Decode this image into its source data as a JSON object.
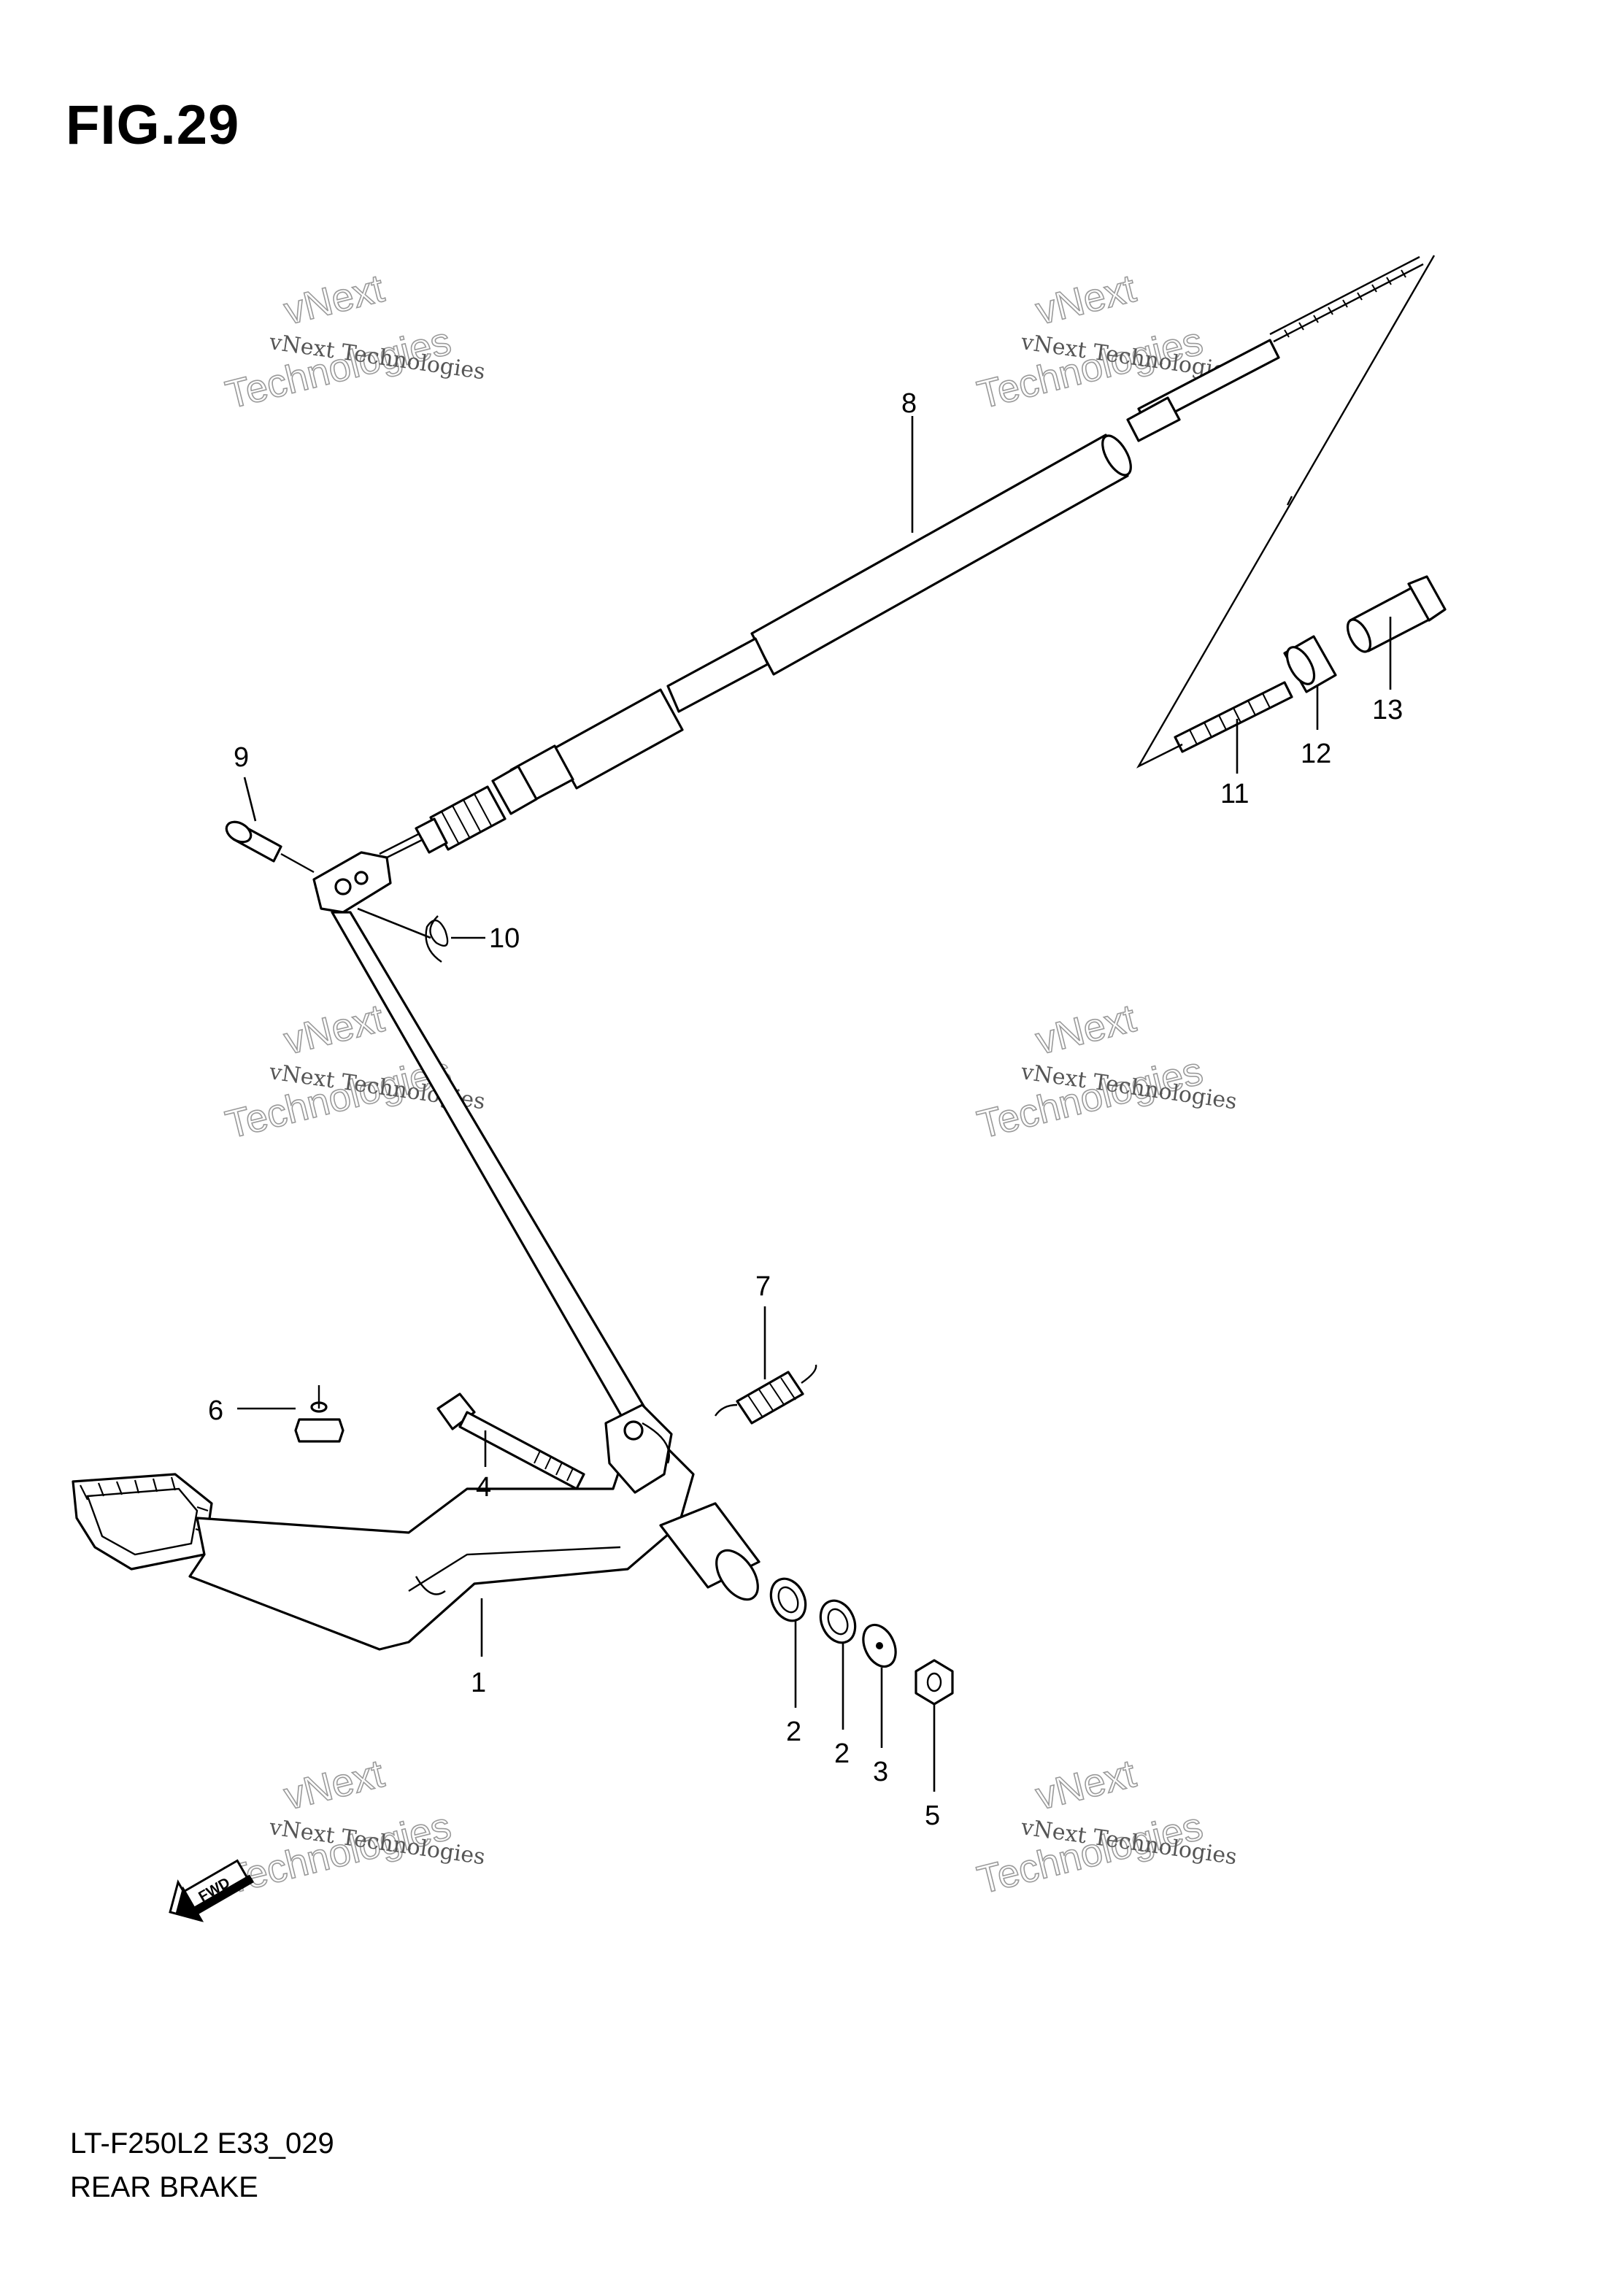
{
  "figure": {
    "title": "FIG.29",
    "code": "LT-F250L2 E33_029",
    "name": "REAR BRAKE"
  },
  "callouts": [
    "1",
    "2",
    "2",
    "3",
    "4",
    "5",
    "6",
    "7",
    "8",
    "9",
    "10",
    "11",
    "12",
    "13"
  ],
  "watermark": {
    "line1": "vNext Technologies",
    "big1": "vNext",
    "big2": "Technologies"
  },
  "fwd_label": "FWD"
}
